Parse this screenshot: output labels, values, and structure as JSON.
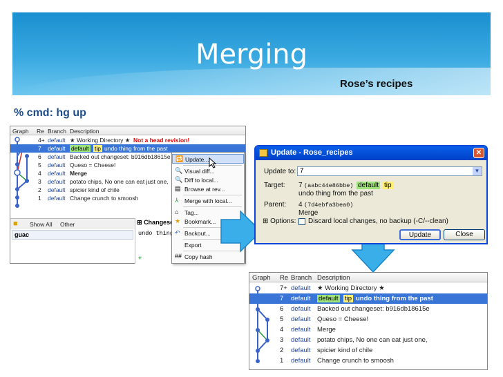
{
  "slide": {
    "title": "Merging",
    "subtitle": "Rose’s recipes",
    "command": "% cmd: hg up"
  },
  "colors": {
    "banner": "#2a9bd8",
    "selection": "#3875d7",
    "arrow": "#3aaee8",
    "tag_default": "#9ee27a",
    "tag_tip": "#ffef73"
  },
  "log_headers": {
    "graph": "Graph",
    "rev": "Re",
    "branch": "Branch",
    "desc": "Description"
  },
  "workbench": {
    "rows": [
      {
        "rev": "4+",
        "branch": "default",
        "desc": "★ Working Directory ★",
        "warn": "Not a head revision!"
      },
      {
        "rev": "7",
        "branch": "default",
        "tag1": "default",
        "tag2": "tip",
        "desc": "undo thing from the past"
      },
      {
        "rev": "6",
        "branch": "default",
        "desc": "Backed out changeset: b916db18615e"
      },
      {
        "rev": "5",
        "branch": "default",
        "desc": "Queso = Cheese!"
      },
      {
        "rev": "4",
        "branch": "default",
        "desc": "Merge"
      },
      {
        "rev": "3",
        "branch": "default",
        "desc": "potato chips, No one can eat just one,"
      },
      {
        "rev": "2",
        "branch": "default",
        "desc": "spicier kind of chile"
      },
      {
        "rev": "1",
        "branch": "default",
        "desc": "Change crunch to smoosh"
      }
    ],
    "toolbar": {
      "show_all": "Show All",
      "other": "Other"
    },
    "repo_name": "guac",
    "changeset_label": "Changeset:",
    "changeset_text": "undo thing :",
    "context_menu": [
      "Update...",
      "Visual diff...",
      "Diff to local...",
      "Browse at rev...",
      "Merge with local...",
      "Tag...",
      "Bookmark...",
      "Backout...",
      "Export",
      "Copy hash"
    ]
  },
  "update_dialog": {
    "title": "Update - Rose_recipes",
    "update_to_label": "Update to:",
    "update_to_value": "7",
    "target_label": "Target:",
    "target_rev": "7",
    "target_hash": "(aabc44e86bbe)",
    "target_tag1": "default",
    "target_tag2": "tip",
    "target_desc": "undo thing from the past",
    "parent_label": "Parent:",
    "parent_rev": "4",
    "parent_hash": "(7d4ebfa3bea0)",
    "parent_desc": "Merge",
    "options_label": "Options:",
    "discard_label": "Discard local changes, no backup (-C/--clean)",
    "update_button": "Update",
    "close_button": "Close"
  },
  "result_log": {
    "rows": [
      {
        "rev": "7+",
        "branch": "default",
        "desc": "★ Working Directory ★"
      },
      {
        "rev": "7",
        "branch": "default",
        "tag1": "default",
        "tag2": "tip",
        "desc": "undo thing from the past"
      },
      {
        "rev": "6",
        "branch": "default",
        "desc": "Backed out changeset: b916db18615e"
      },
      {
        "rev": "5",
        "branch": "default",
        "desc": "Queso = Cheese!"
      },
      {
        "rev": "4",
        "branch": "default",
        "desc": "Merge"
      },
      {
        "rev": "3",
        "branch": "default",
        "desc": "potato chips, No one can eat just one,"
      },
      {
        "rev": "2",
        "branch": "default",
        "desc": "spicier kind of chile"
      },
      {
        "rev": "1",
        "branch": "default",
        "desc": "Change crunch to smoosh"
      }
    ]
  }
}
